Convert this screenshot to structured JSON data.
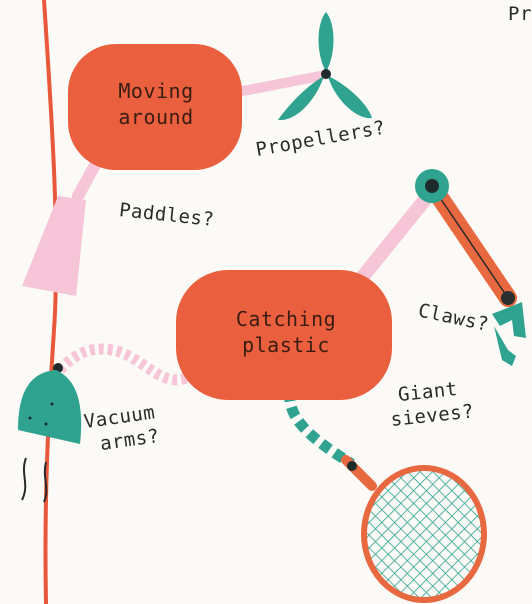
{
  "colors": {
    "node_fill": "#ea5f3d",
    "connector": "#f6c5d8",
    "teal": "#2fa38f",
    "orange": "#e8683f",
    "pink": "#f4b9cf",
    "dark": "#1f2b2b"
  },
  "nodes": {
    "moving_around": {
      "line1": "Moving",
      "line2": "around"
    },
    "catching_plastic": {
      "line1": "Catching",
      "line2": "plastic"
    }
  },
  "labels": {
    "propellers": "Propellers?",
    "paddles": "Paddles?",
    "claws": "Claws?",
    "vacuum_line1": "Vacuum",
    "vacuum_line2": "arms?",
    "sieves_line1": "Giant",
    "sieves_line2": "sieves?",
    "corner_partial": "Pr"
  },
  "icons": [
    "propeller-icon",
    "paddle-icon",
    "claw-icon",
    "vacuum-arm-icon",
    "sieve-net-icon"
  ]
}
